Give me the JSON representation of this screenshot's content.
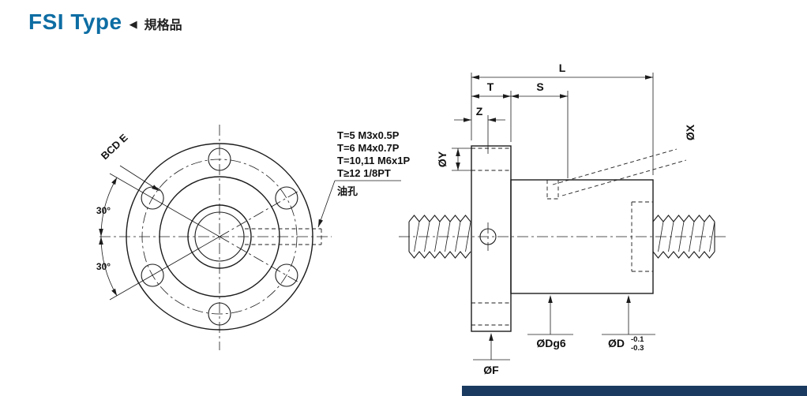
{
  "header": {
    "title": "FSI Type",
    "marker": "◀",
    "subtitle": "規格品"
  },
  "front_view": {
    "bcd_label": "BCD E",
    "angle_upper": "30°",
    "angle_lower": "30°"
  },
  "oil_hole_note": {
    "lines": [
      "T=5  M3x0.5P",
      "T=6  M4x0.7P",
      "T=10,11  M6x1P",
      "T≥12  1/8PT"
    ],
    "label": "油孔"
  },
  "side_view": {
    "length": "L",
    "flange_thickness": "T",
    "body_length": "S",
    "oil_offset": "Z",
    "oil_dia_body": "ØX",
    "oil_dia_flange": "ØY",
    "body_dia": "ØDg6",
    "shaft_dia": "ØD",
    "shaft_tol_upper": "-0.1",
    "shaft_tol_lower": "-0.3",
    "flange_dia": "ØF"
  },
  "colors": {
    "accent": "#0d6da3",
    "footer_bar": "#1a3a5f",
    "line": "#1c1c1c"
  }
}
